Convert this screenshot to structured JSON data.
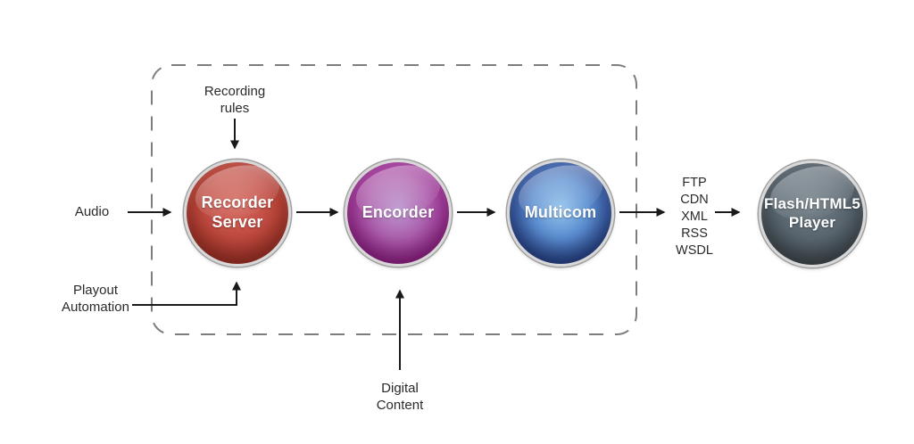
{
  "diagram": {
    "nodes": {
      "recorder": {
        "label": "Recorder\nServer",
        "color": "#b5392e"
      },
      "encoder": {
        "label": "Encorder",
        "color": "#9c2390"
      },
      "multicom": {
        "label": "Multicom",
        "color": "#27438f"
      },
      "player": {
        "label": "Flash/HTML5\nPlayer",
        "color": "#49535a"
      }
    },
    "labels": {
      "audio": "Audio",
      "recording_rules": "Recording\nrules",
      "playout_automation": "Playout\nAutomation",
      "digital_content": "Digital\nContent"
    },
    "protocols": [
      "FTP",
      "CDN",
      "XML",
      "RSS",
      "WSDL"
    ],
    "style": {
      "arrow_color": "#1a1a1a",
      "dash_border_color": "#7d7d7d",
      "text_color": "#2a2a2a",
      "node_ring_color": "#d8d8d8"
    }
  }
}
